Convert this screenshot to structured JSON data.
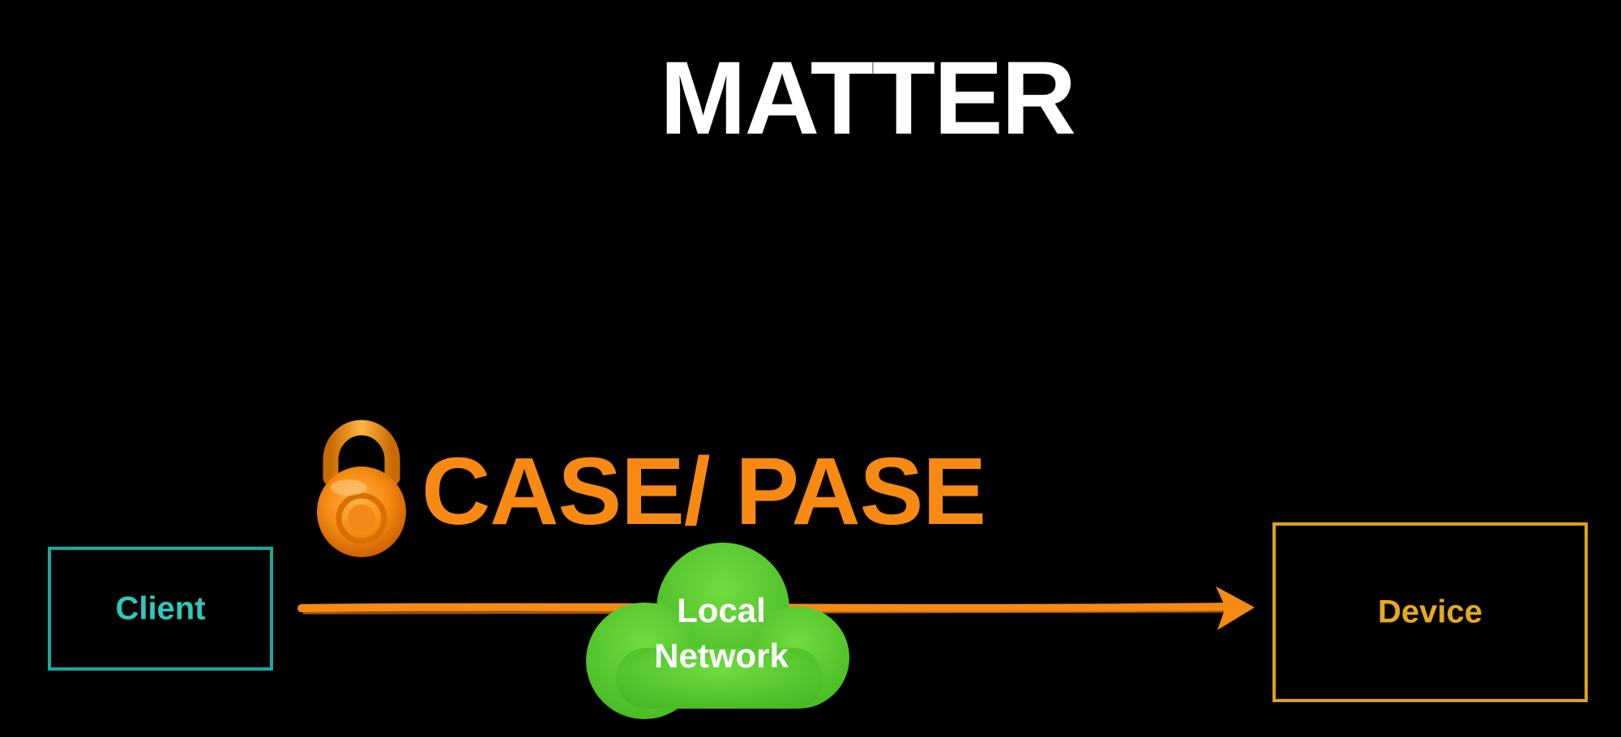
{
  "title": "MATTER",
  "protocol_label": "CASE/ PASE",
  "client": {
    "label": "Client"
  },
  "device": {
    "label": "Device"
  },
  "network": {
    "line1": "Local",
    "line2": "Network"
  },
  "icons": {
    "lock": "lock-icon",
    "cloud": "cloud-icon",
    "arrow": "arrow-right"
  },
  "colors": {
    "background": "#000000",
    "title": "#ffffff",
    "accent_orange": "#f88a14",
    "client": "#2fc9bd",
    "device": "#e6a91f",
    "cloud": "#5ccb32"
  }
}
